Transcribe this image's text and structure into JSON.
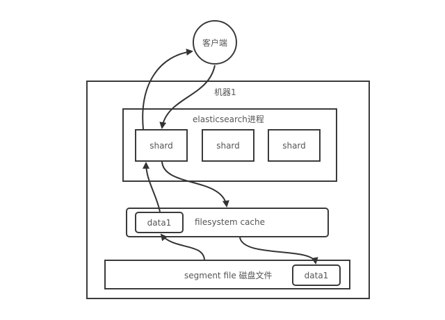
{
  "nodes": {
    "client": "客户端",
    "machine": "机器1",
    "es_process": "elasticsearch进程",
    "shards": [
      "shard",
      "shard",
      "shard"
    ],
    "fs_cache": "filesystem cache",
    "fs_cache_data": "data1",
    "segment_file": "segment file 磁盘文件",
    "segment_data": "data1"
  },
  "edges": [
    {
      "from": "shard-1",
      "to": "client",
      "direction": "up"
    },
    {
      "from": "client",
      "to": "shard-1",
      "direction": "down"
    },
    {
      "from": "shard-1",
      "to": "filesystem-cache",
      "direction": "down"
    },
    {
      "from": "filesystem-cache",
      "to": "segment-data1",
      "direction": "down"
    },
    {
      "from": "segment-file",
      "to": "cache-data1",
      "direction": "up"
    },
    {
      "from": "cache-data1",
      "to": "shard-1",
      "direction": "up"
    }
  ]
}
